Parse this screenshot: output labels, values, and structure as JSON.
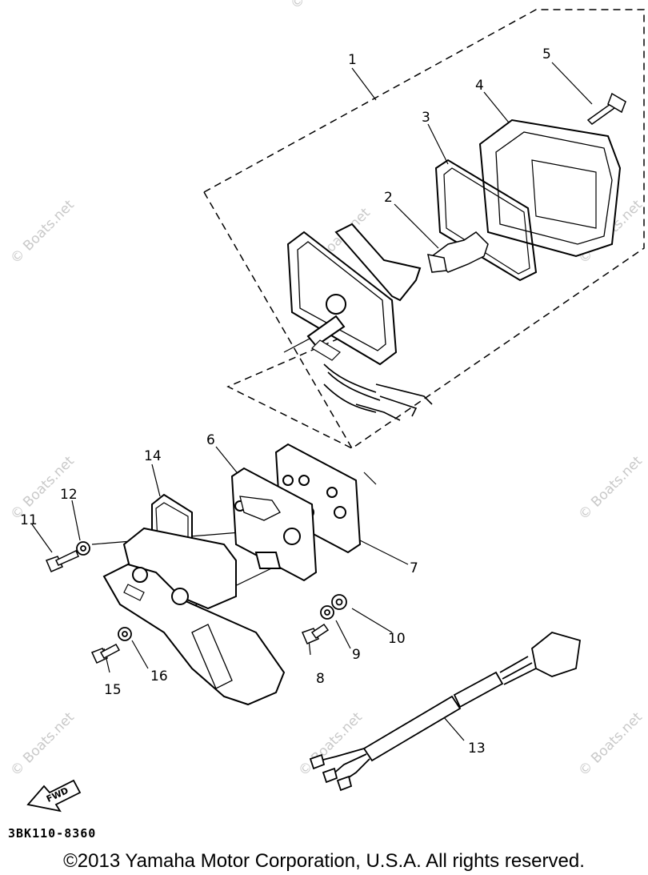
{
  "diagram": {
    "callouts": [
      "1",
      "2",
      "3",
      "4",
      "5",
      "6",
      "7",
      "8",
      "9",
      "10",
      "11",
      "12",
      "13",
      "14",
      "15",
      "16"
    ],
    "fwd_label": "FWD",
    "part_code": "3BK110-8360",
    "watermark": "© Boats.net"
  },
  "footer": {
    "copyright": "©2013 Yamaha Motor Corporation, U.S.A. All rights reserved."
  }
}
